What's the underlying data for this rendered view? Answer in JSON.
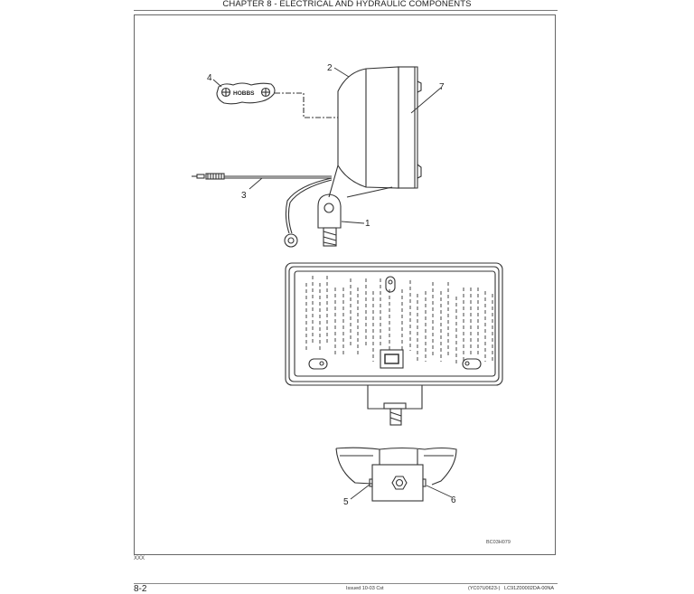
{
  "header": {
    "chapter_title": "CHAPTER 8 - ELECTRICAL AND HYDRAULIC COMPONENTS"
  },
  "figure": {
    "code": "BC03H079",
    "hobbs_label": "HOBBS",
    "callouts": [
      {
        "number": "1",
        "part": "light-mount-bracket"
      },
      {
        "number": "2",
        "part": "lamp-housing"
      },
      {
        "number": "3",
        "part": "wire-harness"
      },
      {
        "number": "4",
        "part": "hobbs-switch"
      },
      {
        "number": "5",
        "part": "mount-bolt-left"
      },
      {
        "number": "6",
        "part": "mount-bolt-right"
      },
      {
        "number": "7",
        "part": "lens"
      }
    ],
    "note": "XXX"
  },
  "footer": {
    "page_number": "8-2",
    "issue": "Issued 10-03   Cst",
    "doc_code": "(YC07U0623-)   LC91Z00002DA-00NA"
  }
}
